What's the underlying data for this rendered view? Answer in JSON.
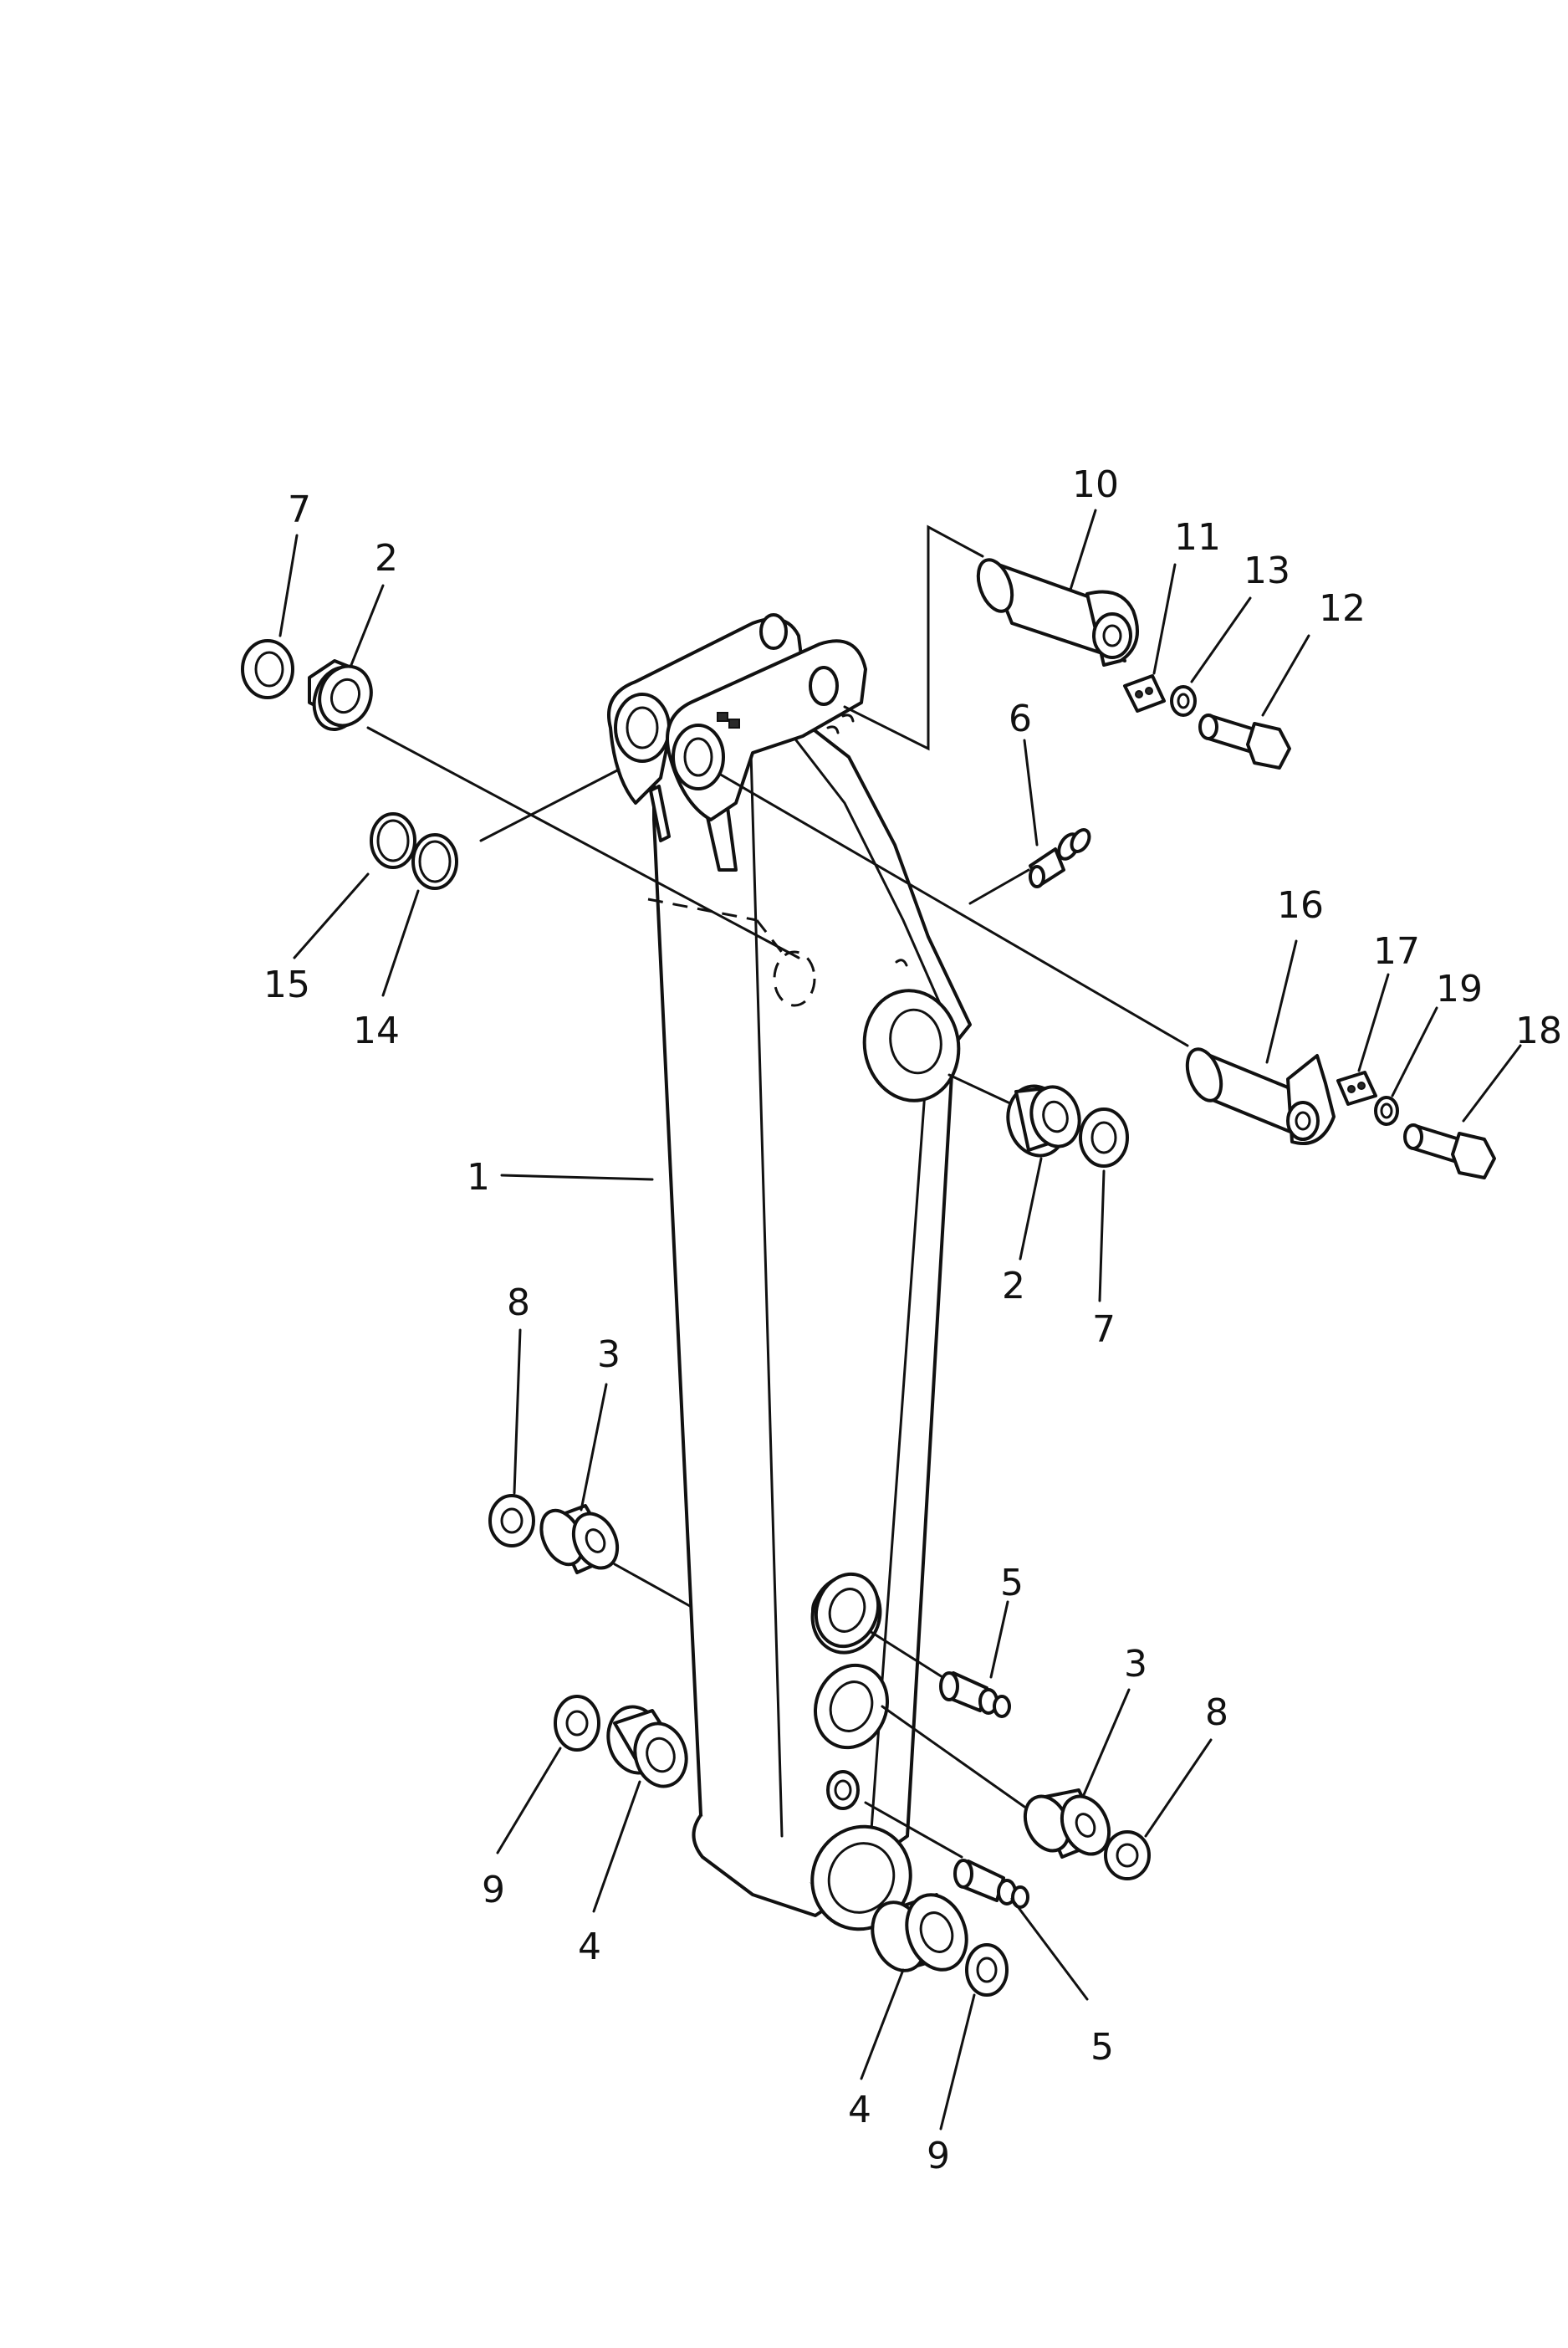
{
  "diagram": {
    "callouts": [
      {
        "id": "c-7a",
        "label": "7"
      },
      {
        "id": "c-2a",
        "label": "2"
      },
      {
        "id": "c-10",
        "label": "10"
      },
      {
        "id": "c-11",
        "label": "11"
      },
      {
        "id": "c-13",
        "label": "13"
      },
      {
        "id": "c-12",
        "label": "12"
      },
      {
        "id": "c-6",
        "label": "6"
      },
      {
        "id": "c-15",
        "label": "15"
      },
      {
        "id": "c-14",
        "label": "14"
      },
      {
        "id": "c-16",
        "label": "16"
      },
      {
        "id": "c-17",
        "label": "17"
      },
      {
        "id": "c-19",
        "label": "19"
      },
      {
        "id": "c-18",
        "label": "18"
      },
      {
        "id": "c-1",
        "label": "1"
      },
      {
        "id": "c-2b",
        "label": "2"
      },
      {
        "id": "c-7b",
        "label": "7"
      },
      {
        "id": "c-8a",
        "label": "8"
      },
      {
        "id": "c-3a",
        "label": "3"
      },
      {
        "id": "c-5a",
        "label": "5"
      },
      {
        "id": "c-3b",
        "label": "3"
      },
      {
        "id": "c-8b",
        "label": "8"
      },
      {
        "id": "c-9a",
        "label": "9"
      },
      {
        "id": "c-4a",
        "label": "4"
      },
      {
        "id": "c-5b",
        "label": "5"
      },
      {
        "id": "c-4b",
        "label": "4"
      },
      {
        "id": "c-9b",
        "label": "9"
      }
    ]
  }
}
